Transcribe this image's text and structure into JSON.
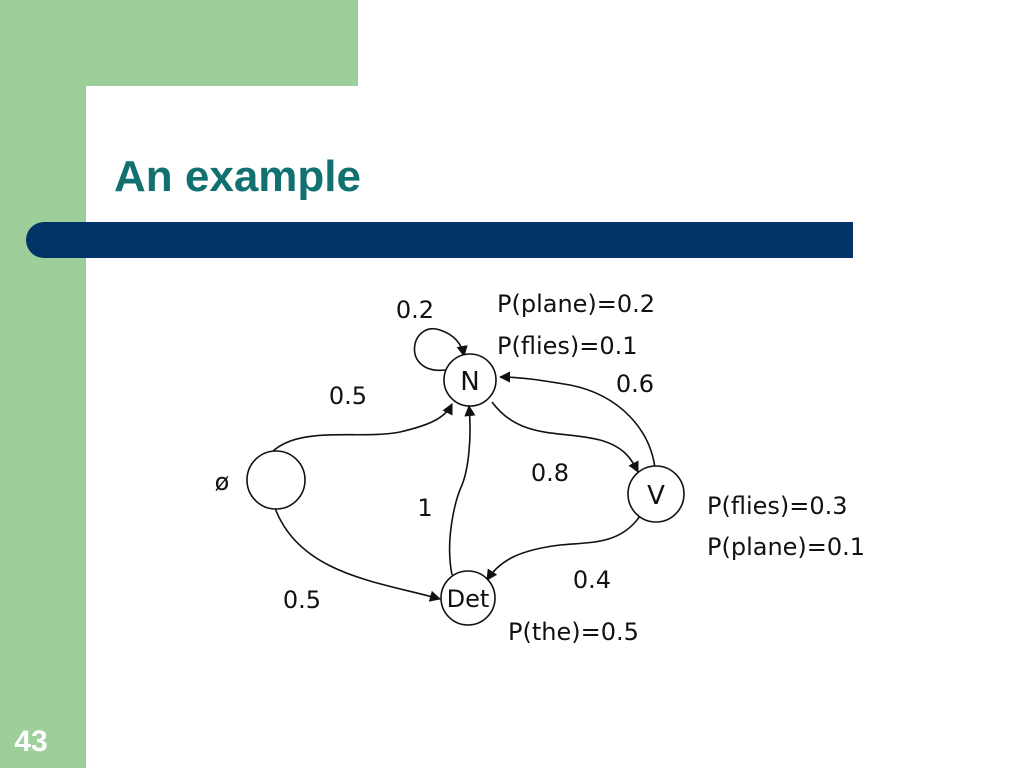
{
  "slide": {
    "title": "An example",
    "number": "43"
  },
  "colors": {
    "sidebar_green": "#9ecf9b",
    "title_teal": "#117070",
    "bar_navy": "#003466"
  },
  "diagram": {
    "nodes": [
      {
        "id": "start",
        "label": "",
        "side_label": "ø"
      },
      {
        "id": "N",
        "label": "N",
        "emissions": [
          "P(plane)=0.2",
          "P(flies)=0.1"
        ]
      },
      {
        "id": "V",
        "label": "V",
        "emissions": [
          "P(flies)=0.3",
          "P(plane)=0.1"
        ]
      },
      {
        "id": "Det",
        "label": "Det",
        "emissions": [
          "P(the)=0.5"
        ]
      }
    ],
    "edges": [
      {
        "from": "N",
        "to": "N",
        "prob": "0.2"
      },
      {
        "from": "start",
        "to": "N",
        "prob": "0.5"
      },
      {
        "from": "start",
        "to": "Det",
        "prob": "0.5"
      },
      {
        "from": "N",
        "to": "V",
        "prob": "0.8"
      },
      {
        "from": "V",
        "to": "N",
        "prob": "0.6"
      },
      {
        "from": "V",
        "to": "Det",
        "prob": "0.4"
      },
      {
        "from": "Det",
        "to": "N",
        "prob": "1"
      }
    ]
  }
}
